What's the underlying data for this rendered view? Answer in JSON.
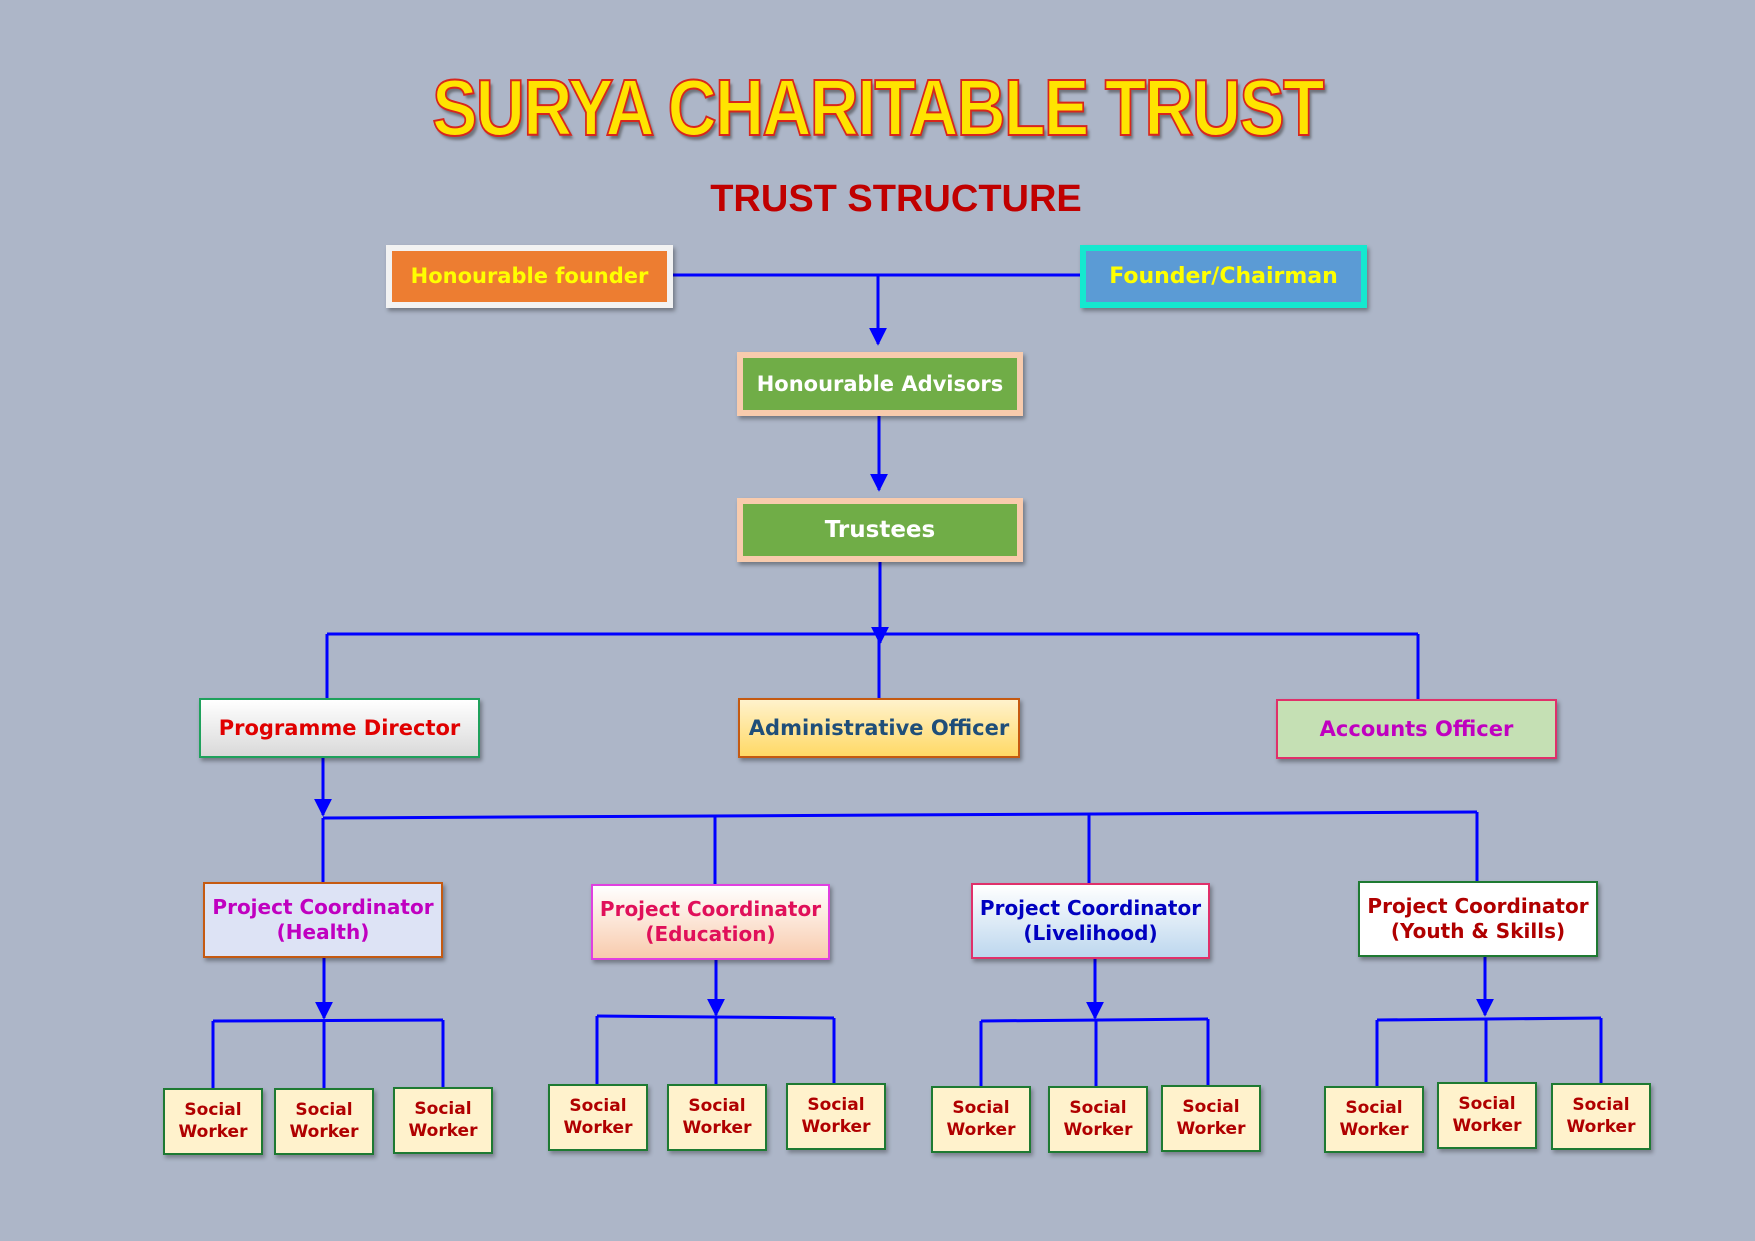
{
  "title": "SURYA CHARITABLE TRUST",
  "subtitle": "TRUST STRUCTURE",
  "nodes": {
    "honourable_founder": "Honourable founder",
    "founder_chairman": "Founder/Chairman",
    "honourable_advisors": "Honourable Advisors",
    "trustees": "Trustees",
    "programme_director": "Programme Director",
    "administrative_officer": "Administrative Officer",
    "accounts_officer": "Accounts Officer"
  },
  "coordinators": [
    {
      "line1": "Project Coordinator",
      "line2": "(Health)"
    },
    {
      "line1": "Project Coordinator",
      "line2": "(Education)"
    },
    {
      "line1": "Project Coordinator",
      "line2": "(Livelihood)"
    },
    {
      "line1": "Project Coordinator",
      "line2": "(Youth & Skills)"
    }
  ],
  "social_worker": {
    "line1": "Social",
    "line2": "Worker"
  },
  "colors": {
    "background": "#adb6c8",
    "connector": "#0000ff",
    "title_fill": "#ffe400",
    "title_outline": "#d8261c",
    "subtitle": "#c00000"
  }
}
